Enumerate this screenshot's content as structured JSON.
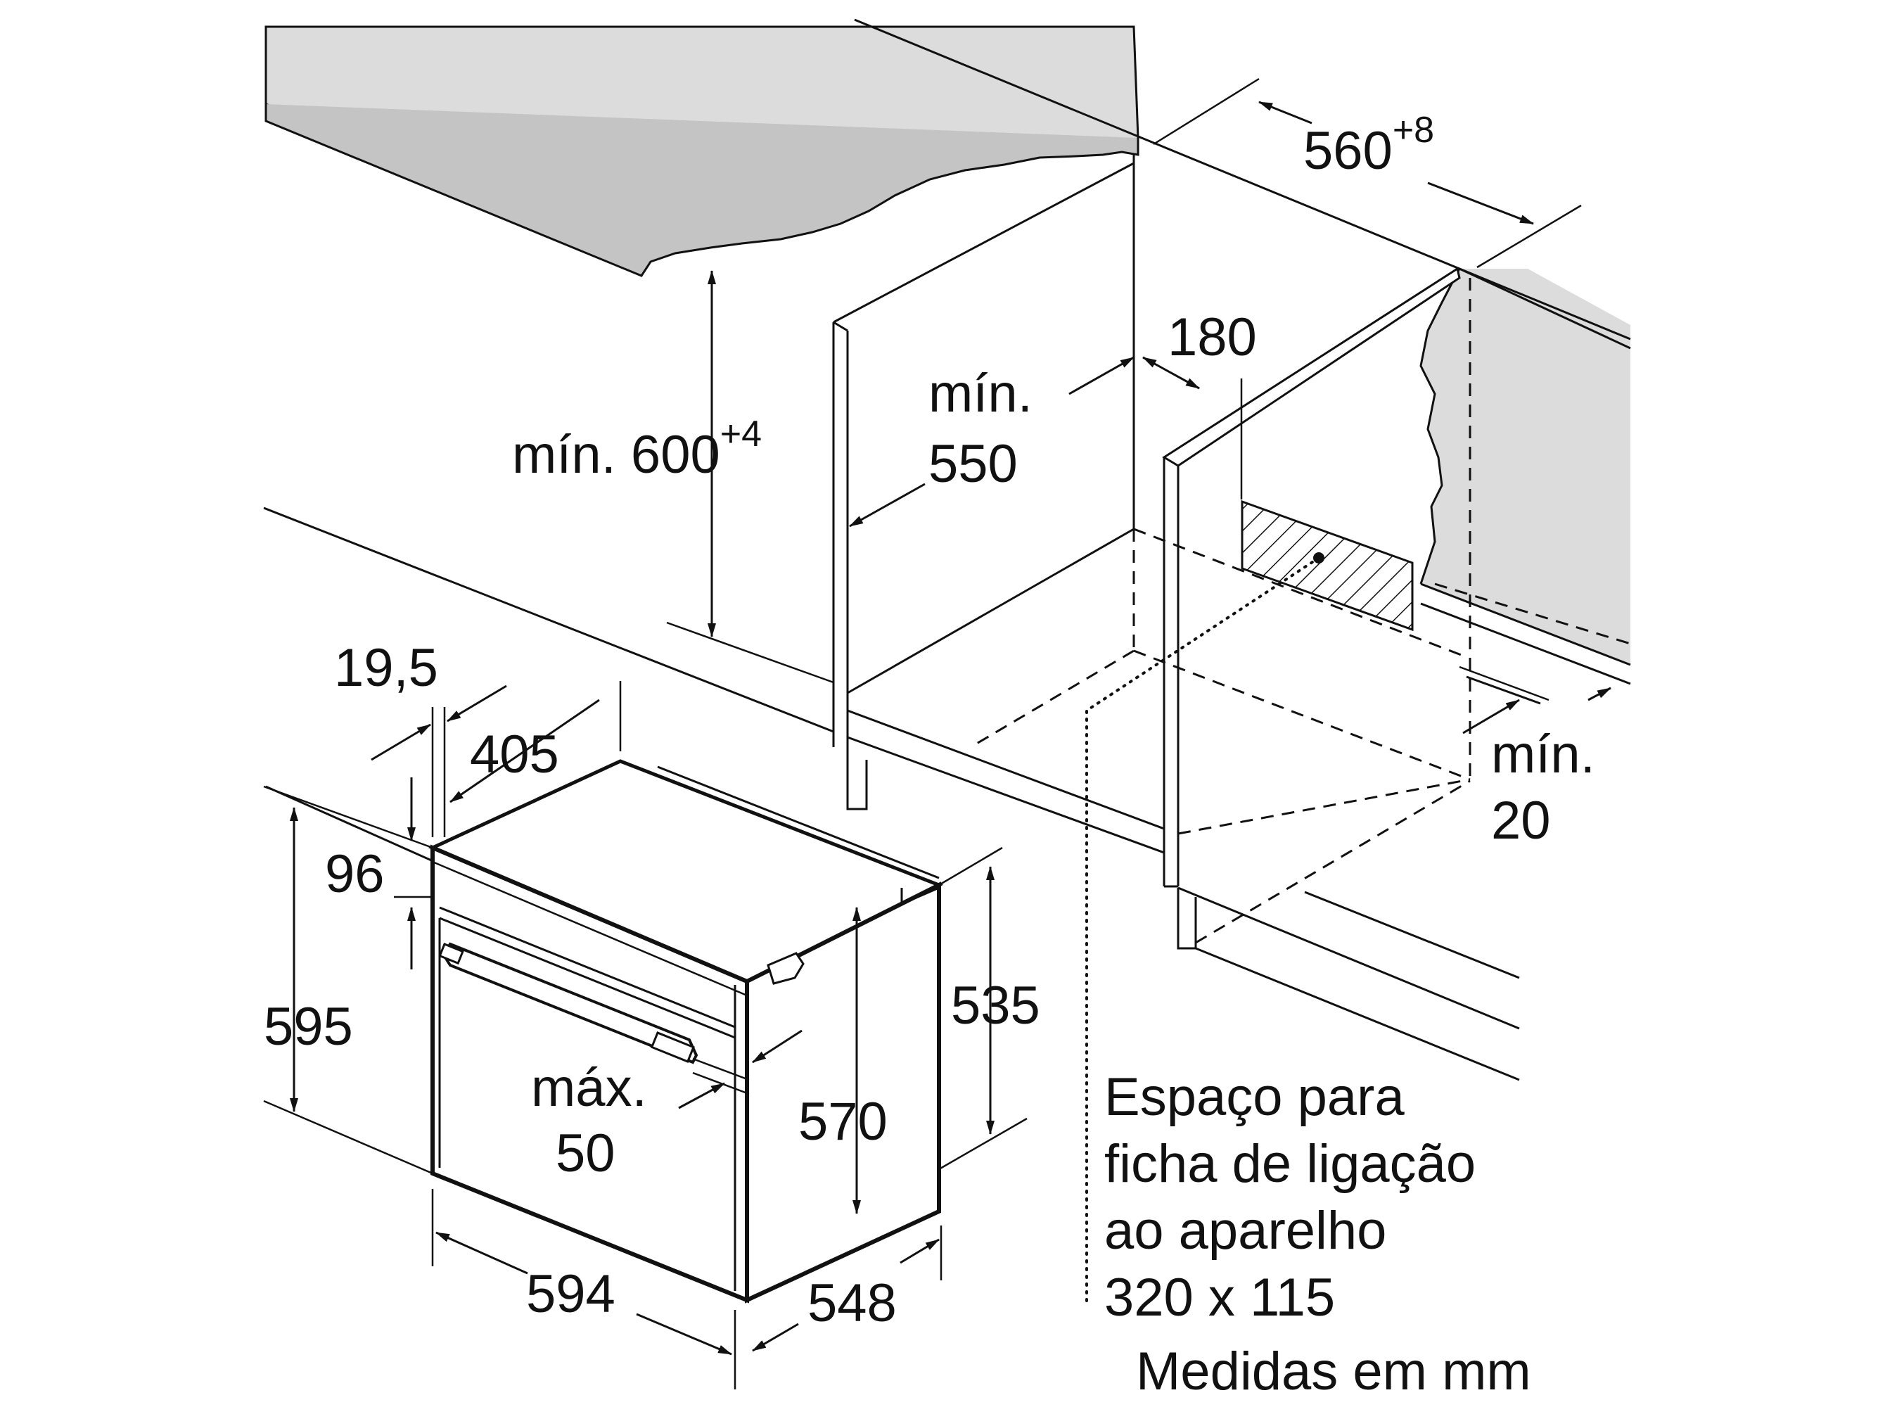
{
  "dimensions": {
    "cabinet_height": {
      "prefix": "mín. 600",
      "sup": "+4"
    },
    "niche_width": {
      "base": "560",
      "sup": "+8"
    },
    "depth_min": {
      "line1": "mín.",
      "line2": "550"
    },
    "socket_offset": "180",
    "gap_min": {
      "line1": "mín.",
      "line2": "20"
    },
    "panel_thickness": "19,5",
    "top_depth": "405",
    "front_offset": "96",
    "total_height": "595",
    "side_height": "535",
    "handle": {
      "line1": "máx.",
      "line2": "50"
    },
    "body_height": "570",
    "total_width": "594",
    "body_depth": "548"
  },
  "socket_note": {
    "line1": "Espaço para",
    "line2": "ficha de ligação",
    "line3": "ao aparelho",
    "line4": "320 x 115"
  },
  "units_note": "Medidas em mm"
}
